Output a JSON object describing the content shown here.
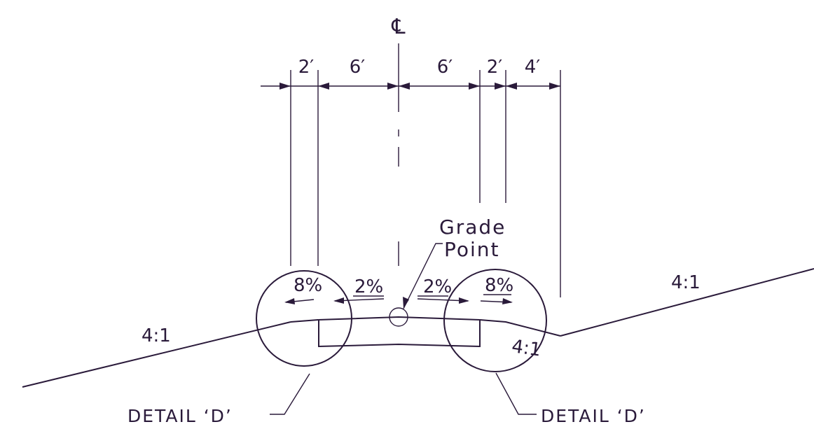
{
  "centerline": {
    "symbol": "℄"
  },
  "dimensions": [
    {
      "id": "left-shoulder",
      "label": "2′"
    },
    {
      "id": "left-lane",
      "label": "6′"
    },
    {
      "id": "right-lane",
      "label": "6′"
    },
    {
      "id": "right-shoulder",
      "label": "2′"
    },
    {
      "id": "right-offset",
      "label": "4′"
    }
  ],
  "slopes": {
    "left_shoulder": "8%",
    "left_lane": "2%",
    "right_lane": "2%",
    "right_shoulder": "8%",
    "left_side_slope": "4:1",
    "right_side_slope": "4:1",
    "right_fill_slope": "4:1"
  },
  "callouts": {
    "grade_point_line1": "Grade",
    "grade_point_line2": "Point",
    "detail_left": "DETAIL ‘D’",
    "detail_right": "DETAIL ‘D’"
  },
  "colors": {
    "ink": "#2a1a3a",
    "background": "#ffffff"
  }
}
